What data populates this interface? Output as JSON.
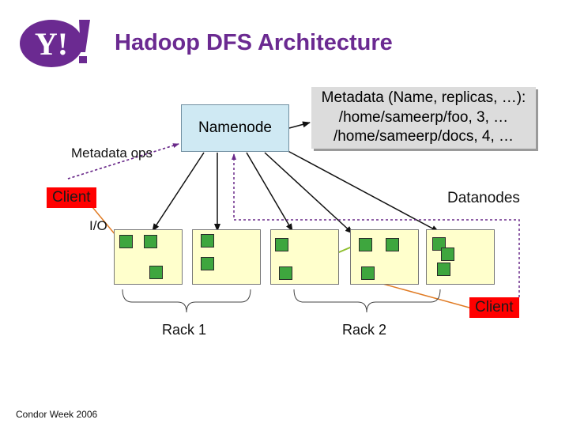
{
  "title": "Hadoop DFS Architecture",
  "logo": {
    "text": "Y!",
    "color": "#6b2a91"
  },
  "namenode": {
    "label": "Namenode"
  },
  "metadata": {
    "line1": "Metadata (Name, replicas, …):",
    "line2": "/home/sameerp/foo, 3, …",
    "line3": "/home/sameerp/docs, 4, …"
  },
  "labels": {
    "metadata_ops": "Metadata ops",
    "client_left": "Client",
    "datanodes": "Datanodes",
    "io": "I/O",
    "client_right": "Client",
    "rack1": "Rack 1",
    "rack2": "Rack 2"
  },
  "footer": "Condor Week 2006",
  "colors": {
    "title": "#6b2a91",
    "namenode_fill": "#cfe9f3",
    "metadata_fill": "#dcdcdc",
    "client_fill": "#ff0000",
    "datanode_fill": "#ffffcc",
    "block_fill": "#3ea63e",
    "io_line_green": "#8fbf2f",
    "io_line_orange": "#e07b24",
    "metadata_ops_line": "#6a2a8a"
  }
}
